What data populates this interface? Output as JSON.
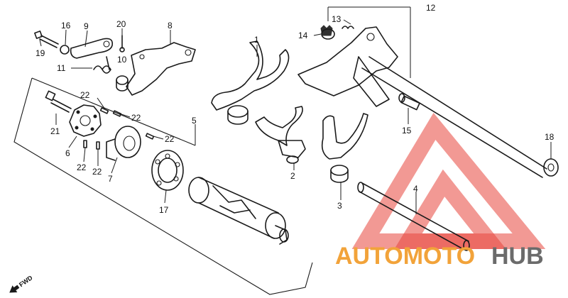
{
  "diagram": {
    "callouts": [
      "1",
      "2",
      "3",
      "4",
      "5",
      "6",
      "7",
      "8",
      "9",
      "10",
      "11",
      "12",
      "13",
      "14",
      "15",
      "16",
      "17",
      "18",
      "19",
      "20",
      "21",
      "22",
      "22",
      "22",
      "22",
      "22",
      "22"
    ],
    "fwd_label": "FWD"
  },
  "watermark": {
    "text_orange": "AUTOMOTO",
    "text_gray": "HUB",
    "colors": {
      "red": "#e8463c",
      "orange": "#f2a33a",
      "gray": "#6b6b6b"
    }
  }
}
